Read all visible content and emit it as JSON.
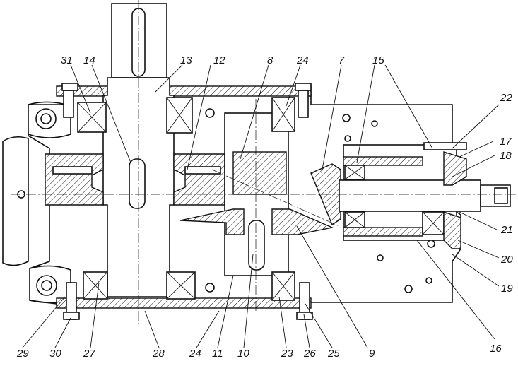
{
  "callouts": [
    {
      "id": "31",
      "text": "31"
    },
    {
      "id": "14",
      "text": "14"
    },
    {
      "id": "13",
      "text": "13"
    },
    {
      "id": "12",
      "text": "12"
    },
    {
      "id": "8",
      "text": "8"
    },
    {
      "id": "24a",
      "text": "24"
    },
    {
      "id": "7",
      "text": "7"
    },
    {
      "id": "15",
      "text": "15"
    },
    {
      "id": "22",
      "text": "22"
    },
    {
      "id": "17",
      "text": "17"
    },
    {
      "id": "18",
      "text": "18"
    },
    {
      "id": "21",
      "text": "21"
    },
    {
      "id": "20",
      "text": "20"
    },
    {
      "id": "19",
      "text": "19"
    },
    {
      "id": "16",
      "text": "16"
    },
    {
      "id": "29",
      "text": "29"
    },
    {
      "id": "30",
      "text": "30"
    },
    {
      "id": "27",
      "text": "27"
    },
    {
      "id": "28",
      "text": "28"
    },
    {
      "id": "24b",
      "text": "24"
    },
    {
      "id": "11",
      "text": "11"
    },
    {
      "id": "10",
      "text": "10"
    },
    {
      "id": "23",
      "text": "23"
    },
    {
      "id": "26",
      "text": "26"
    },
    {
      "id": "25",
      "text": "25"
    },
    {
      "id": "9",
      "text": "9"
    }
  ]
}
